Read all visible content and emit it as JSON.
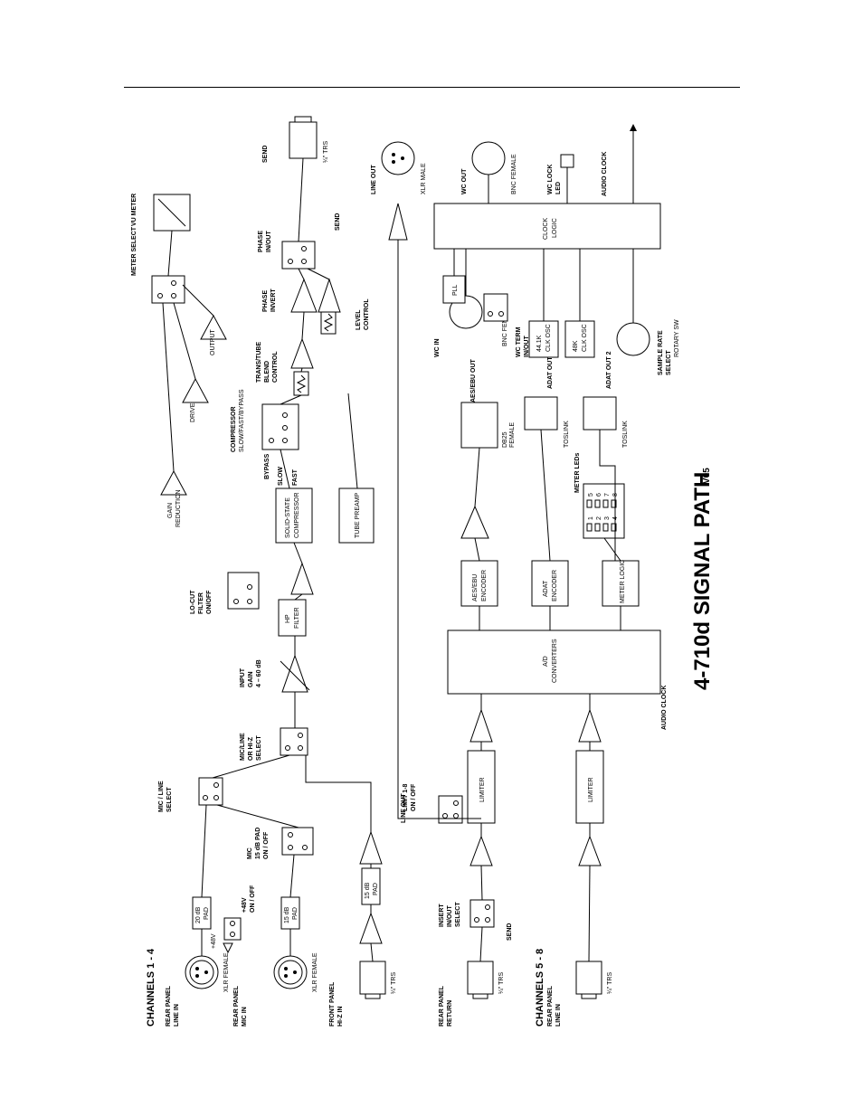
{
  "title": {
    "main": "4-710d SIGNAL PATH",
    "version": "V05"
  },
  "groups": {
    "ch14": "CHANNELS 1 - 4",
    "ch58": "CHANNELS 5 - 8"
  },
  "inputs": {
    "line_in": [
      "REAR PANEL",
      "LINE IN"
    ],
    "mic_in": [
      "REAR PANEL",
      "MIC IN"
    ],
    "hiz_in": [
      "FRONT PANEL",
      "HI-Z IN"
    ],
    "return": [
      "REAR PANEL",
      "RETURN"
    ],
    "line_in_58": [
      "REAR PANEL",
      "LINE IN"
    ],
    "xlr_female": "XLR FEMALE",
    "trs": "¼\" TRS",
    "plus48": "+48V"
  },
  "switches": {
    "phantom": [
      "+48V",
      "ON / OFF"
    ],
    "mic_pad": [
      "MIC",
      "15 dB PAD",
      "ON / OFF"
    ],
    "mic_line": [
      "MIC / LINE",
      "SELECT"
    ],
    "mic_line_hiz": [
      "MIC/LINE",
      "OR HI-Z",
      "SELECT"
    ],
    "insert": [
      "INSERT",
      "IN/OUT",
      "SELECT"
    ],
    "send_small": "SEND",
    "limit": [
      "LIMIT 1-8",
      "ON / OFF"
    ],
    "lo_cut": [
      "LO-CUT",
      "FILTER",
      "ON/OFF"
    ],
    "compressor": [
      "COMPRESSOR",
      "SLOW/FAST/BYPASS"
    ],
    "comp_bypass": "BYPASS",
    "comp_slow": "SLOW",
    "comp_fast": "FAST",
    "trans_tube": [
      "TRANS/TUBE",
      "BLEND",
      "CONTROL"
    ],
    "phase_invert": [
      "PHASE",
      "INVERT"
    ],
    "level": [
      "LEVEL",
      "CONTROL"
    ],
    "phase_inout": [
      "PHASE",
      "IN/OUT"
    ],
    "meter_select": "METER SELECT",
    "wc_term": [
      "WC TERM",
      "IN/OUT"
    ],
    "sample_rate": [
      "SAMPLE RATE",
      "SELECT"
    ]
  },
  "blocks": {
    "pad20": [
      "20 dB",
      "PAD"
    ],
    "pad15a": [
      "15 dB",
      "PAD"
    ],
    "pad15b": [
      "15 dB",
      "PAD"
    ],
    "input_gain": [
      "INPUT",
      "GAIN",
      "4 – 60 dB"
    ],
    "hp_filter": [
      "HP",
      "FILTER"
    ],
    "compressor": [
      "SOLID-STATE",
      "COMPRESSOR"
    ],
    "tube_preamp": "TUBE PREAMP",
    "limiter1": "LIMITER",
    "limiter2": "LIMITER",
    "ad": [
      "A/D",
      "CONVERTERS"
    ],
    "aes_enc": [
      "AES/EBU",
      "ENCODER"
    ],
    "adat_enc": [
      "ADAT",
      "ENCODER"
    ],
    "meter_logic": "METER LOGIC",
    "meter_leds": "METER LEDs",
    "led_nums": [
      "1",
      "2",
      "3",
      "4",
      "5",
      "6",
      "7",
      "8"
    ],
    "pll": "PLL",
    "osc441": [
      "44.1K",
      "CLK OSC"
    ],
    "osc48": [
      "48K",
      "CLK OSC"
    ],
    "clock": [
      "CLOCK",
      "LOGIC"
    ],
    "rotary": "ROTARY SW"
  },
  "meters": {
    "gain_reduction": [
      "GAIN",
      "REDUCTION"
    ],
    "drive": "DRIVE",
    "output": "OUTPUT",
    "vu": "VU METER"
  },
  "outputs": {
    "send": "SEND",
    "send_trs": "¼\" TRS",
    "line_out": "LINE OUT",
    "xlr_male": "XLR MALE",
    "aes_out": "AES/EBU OUT",
    "db25": [
      "DB25",
      "FEMALE"
    ],
    "adat1": "ADAT OUT 1",
    "adat2": "ADAT OUT 2",
    "toslink": "TOSLINK",
    "wc_out": "WC OUT",
    "bnc_female": "BNC FEMALE",
    "wc_lock": [
      "WC LOCK",
      "LED"
    ],
    "wc_in": "WC IN",
    "audio_clock": "AUDIO CLOCK",
    "send_arrow": "SEND",
    "line_out_wire": "LINE OUT"
  }
}
